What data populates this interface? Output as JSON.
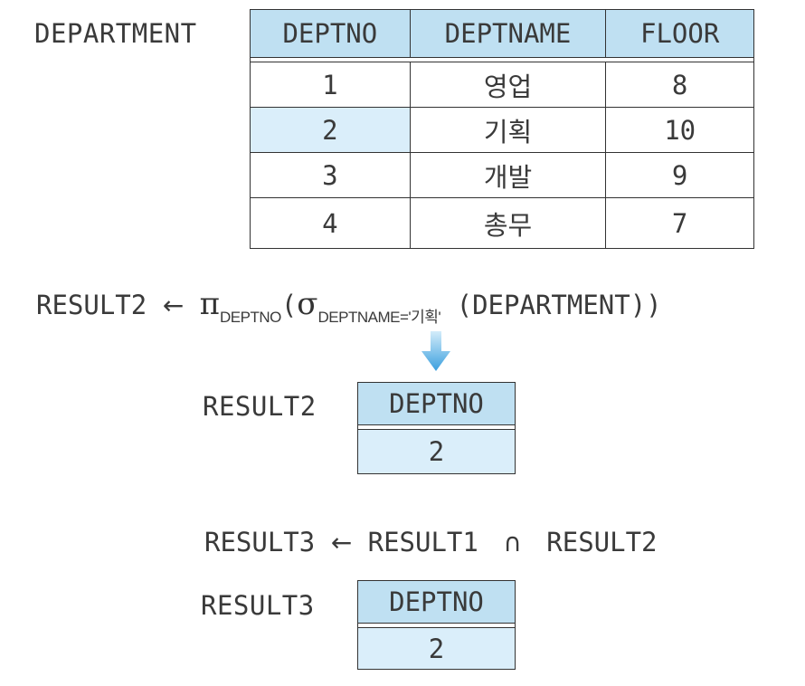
{
  "department": {
    "name": "DEPARTMENT",
    "columns": [
      "DEPTNO",
      "DEPTNAME",
      "FLOOR"
    ],
    "rows": [
      [
        "1",
        "영업",
        "8"
      ],
      [
        "2",
        "기획",
        "10"
      ],
      [
        "3",
        "개발",
        "9"
      ],
      [
        "4",
        "총무",
        "7"
      ]
    ],
    "highlighted_row": 2
  },
  "expression1": {
    "target": "RESULT2",
    "arrow": "←",
    "pi": "π",
    "pi_subscript": "DEPTNO",
    "open_paren": "(",
    "sigma": "σ",
    "sigma_subscript": "DEPTNAME='기획'",
    "operand": "(DEPARTMENT))"
  },
  "result2": {
    "name": "RESULT2",
    "column": "DEPTNO",
    "value": "2"
  },
  "expression2": {
    "target": "RESULT3",
    "arrow": "←",
    "left": "RESULT1",
    "operator": "∩",
    "right": "RESULT2"
  },
  "result3": {
    "name": "RESULT3",
    "column": "DEPTNO",
    "value": "2"
  },
  "colors": {
    "header": "#bfe0f2",
    "highlight": "#daeefa",
    "arrow": "#4aa8e0"
  }
}
